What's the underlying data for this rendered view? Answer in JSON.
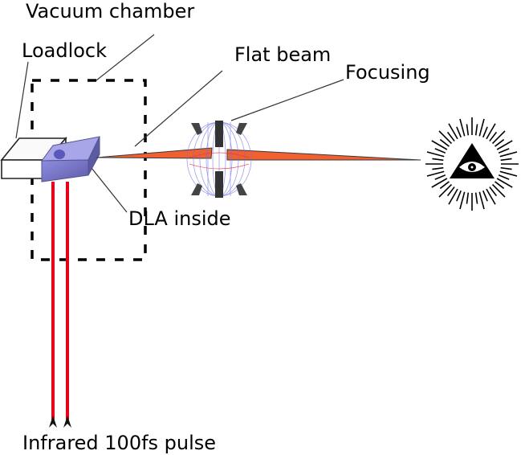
{
  "labels": {
    "vacuum_chamber": "Vacuum chamber",
    "loadlock": "Loadlock",
    "flat_beam": "Flat beam",
    "focusing": "Focusing",
    "dla_inside": "DLA inside",
    "infrared_pulse": "Infrared 100fs pulse"
  },
  "colors": {
    "laser": "#e8001a",
    "electron_beam": "#f06030",
    "dla_block": "#7a78c4",
    "field_lines": "#7070e0",
    "lens_electrode": "#333333",
    "text": "#000000"
  },
  "icons": {
    "detector": "eye-in-triangle-icon"
  }
}
